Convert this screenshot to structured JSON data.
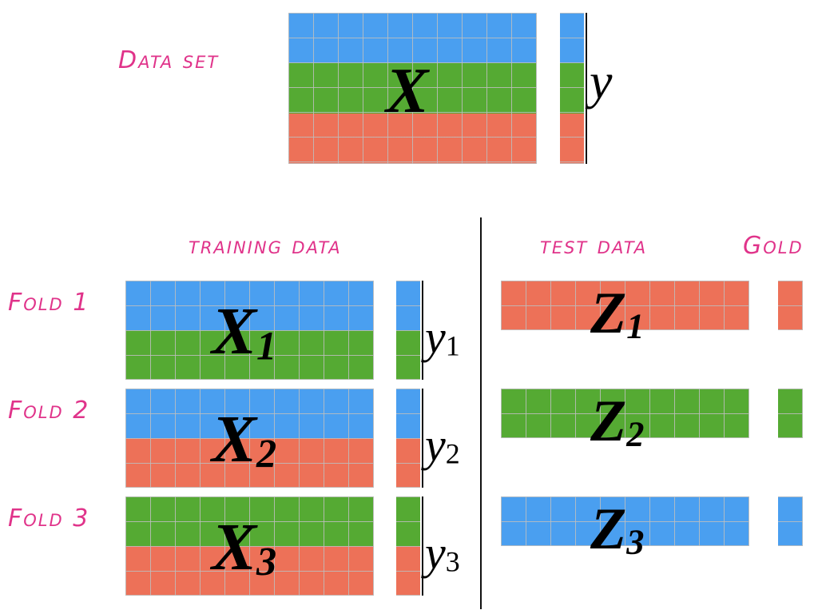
{
  "colors": {
    "blue": "#4a9ff0",
    "green": "#55aa33",
    "red": "#ed7158",
    "annotation": "#e0338a"
  },
  "dataset": {
    "label": "Data set",
    "matrix_label": "X",
    "vector_label": "y"
  },
  "headers": {
    "training": "training data",
    "test": "test data",
    "gold": "Gold"
  },
  "folds": [
    {
      "label": "Fold 1",
      "x_label": "X",
      "x_sub": "1",
      "y_label": "y",
      "y_sub": "1",
      "z_label": "Z",
      "z_sub": "1",
      "train_bands": [
        "blue",
        "green"
      ],
      "test_band": "red"
    },
    {
      "label": "Fold 2",
      "x_label": "X",
      "x_sub": "2",
      "y_label": "y",
      "y_sub": "2",
      "z_label": "Z",
      "z_sub": "2",
      "train_bands": [
        "blue",
        "red"
      ],
      "test_band": "green"
    },
    {
      "label": "Fold 3",
      "x_label": "X",
      "x_sub": "3",
      "y_label": "y",
      "y_sub": "3",
      "z_label": "Z",
      "z_sub": "3",
      "train_bands": [
        "green",
        "red"
      ],
      "test_band": "blue"
    }
  ]
}
